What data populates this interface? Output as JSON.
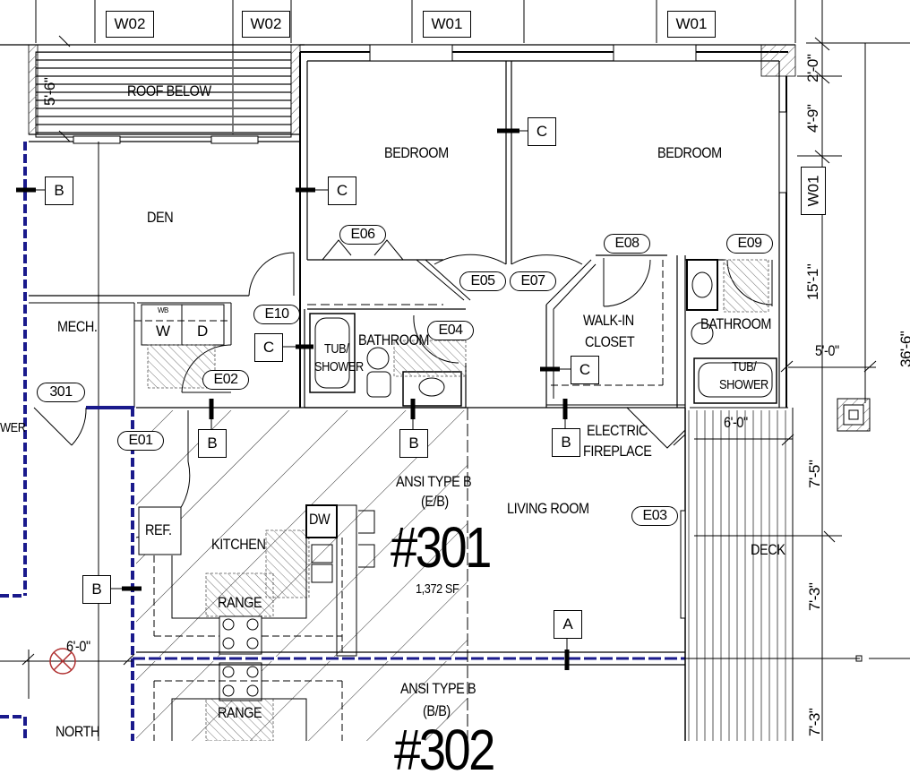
{
  "drawing": {
    "type": "architectural floor plan",
    "unit": {
      "number": "#301",
      "type_label": "ANSI TYPE B",
      "type_code": "(E/B)",
      "area": "1,372 SF",
      "tag": "301"
    },
    "next_unit": {
      "type_label": "ANSI TYPE B",
      "type_code": "(B/B)",
      "number_partial": "#302"
    },
    "colors": {
      "line": "#000000",
      "party_wall": "#1a1a8c",
      "fixture_marker": "#b03030"
    }
  },
  "window_tags": [
    {
      "id": "w02-a",
      "label": "W02"
    },
    {
      "id": "w02-b",
      "label": "W02"
    },
    {
      "id": "w01-a",
      "label": "W01"
    },
    {
      "id": "w01-b",
      "label": "W01"
    },
    {
      "id": "w01-c",
      "label": "W01"
    }
  ],
  "rooms": {
    "roof_below": "ROOF BELOW",
    "den": "DEN",
    "mech": "MECH.",
    "bedroom_1": "BEDROOM",
    "bedroom_2": "BEDROOM",
    "bathroom_1": "BATHROOM",
    "bathroom_2": "BATHROOM",
    "tub_shower_1": [
      "TUB/",
      "SHOWER"
    ],
    "tub_shower_2": [
      "TUB/",
      "SHOWER"
    ],
    "walk_in_closet": [
      "WALK-IN",
      "CLOSET"
    ],
    "kitchen": "KITCHEN",
    "living_room": "LIVING ROOM",
    "deck": "DECK",
    "north": "NORTH",
    "electric_fireplace": [
      "ELECTRIC",
      "FIREPLACE"
    ],
    "shower_partial": "WER"
  },
  "appliances": {
    "washer": "W",
    "dryer": "D",
    "wb": "WB",
    "refrigerator": "REF.",
    "dishwasher": "DW",
    "range_1": "RANGE",
    "range_2": "RANGE"
  },
  "door_tags": [
    "E01",
    "E02",
    "E03",
    "E04",
    "E05",
    "E06",
    "E07",
    "E08",
    "E09",
    "E10"
  ],
  "wall_type_tags": {
    "a": "A",
    "b": "B",
    "c": "C"
  },
  "dimensions": {
    "roof_depth": "5'-6\"",
    "top_right_1": "2'-0\"",
    "top_right_2": "4'-9\"",
    "right_bedroom": "15'-1\"",
    "overall_partial": "36'-6\"",
    "deck_width_top": "5'-0\"",
    "deck_inner": "6'-0\"",
    "deck_upper": "7'-5\"",
    "deck_lower": "7'-3\"",
    "deck_lower_2": "7'-3\"",
    "left_6ft": "6'-0\""
  }
}
